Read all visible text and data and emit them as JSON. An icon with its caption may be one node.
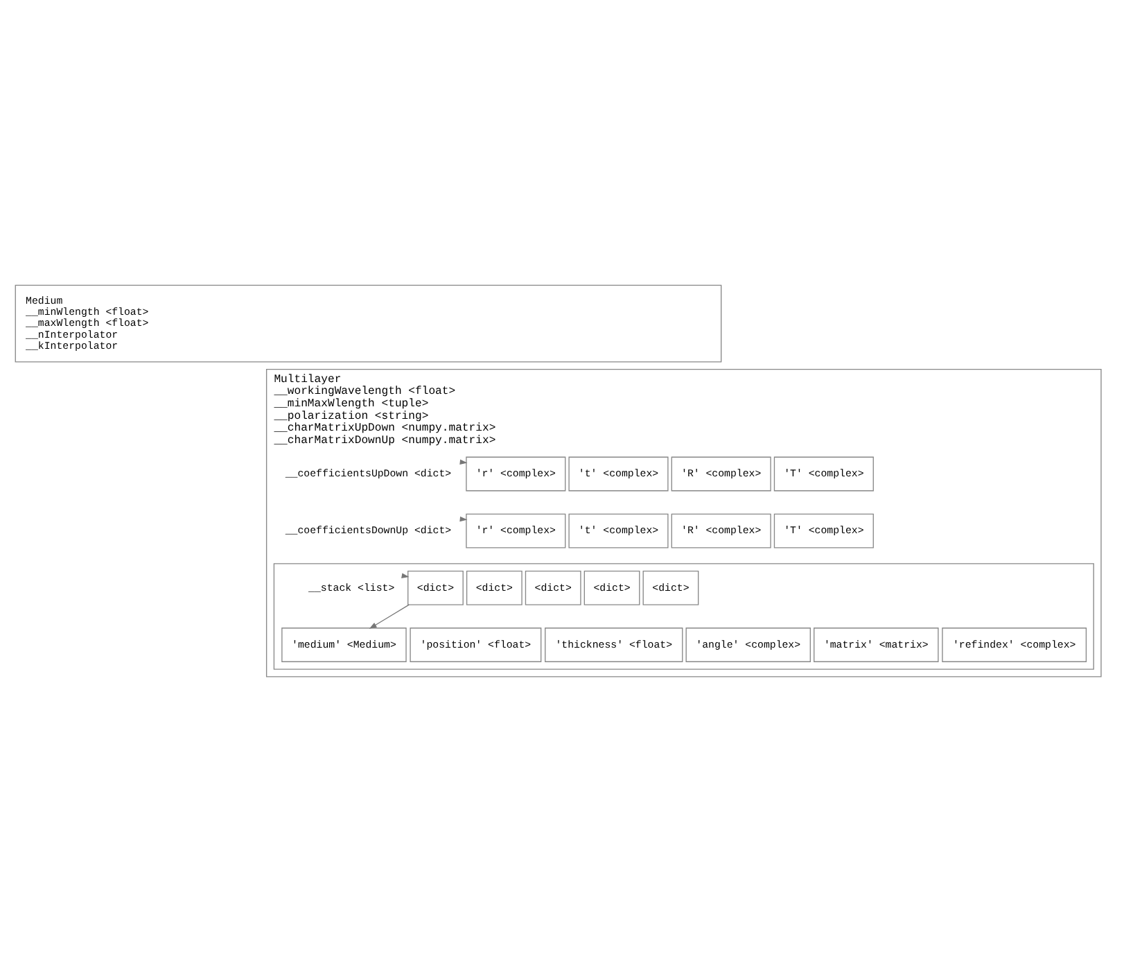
{
  "diagram": {
    "nodes": [
      {
        "text": [
          "Medium",
          "__minWlength <float>",
          "__maxWlength <float>",
          "__nInterpolator",
          "__kInterpolator"
        ]
      },
      {
        "text": [
          "Multilayer",
          "__workingWavelength <float>",
          "__minMaxWlength <tuple>",
          "__polarization <string>",
          "__charMatrixUpDown <numpy.matrix>",
          "__charMatrixDownUp <numpy.matrix>"
        ]
      },
      {
        "text": [
          "__coefficientsUpDown <dict>"
        ],
        "in": 1
      },
      {
        "text": [
          "'r' <complex>"
        ],
        "in": 1
      },
      {
        "text": [
          "'t' <complex>"
        ],
        "in": 1
      },
      {
        "text": [
          "'R' <complex>"
        ],
        "in": 1
      },
      {
        "text": [
          "'T' <complex>"
        ],
        "in": 1
      },
      {
        "text": [
          "__coefficientsDownUp <dict>"
        ],
        "in": 1
      },
      {
        "text": [
          "'r' <complex>"
        ],
        "in": 1
      },
      {
        "text": [
          "'t' <complex>"
        ],
        "in": 1
      },
      {
        "text": [
          "'R' <complex>"
        ],
        "in": 1
      },
      {
        "text": [
          "'T' <complex>"
        ],
        "in": 1
      },
      {
        "text": [],
        "shape": "box",
        "in": 1
      },
      {
        "text": [
          "__stack <list>"
        ],
        "in": 12
      },
      {
        "text": [
          "<dict>"
        ],
        "in": 12
      },
      {
        "text": [
          "<dict>"
        ],
        "in": 12
      },
      {
        "text": [
          "<dict>"
        ],
        "in": 12
      },
      {
        "text": [
          "<dict>"
        ],
        "in": 12
      },
      {
        "text": [
          "<dict>"
        ],
        "in": 12
      },
      {
        "text": [
          "'medium' <Medium>"
        ],
        "in": 12
      },
      {
        "text": [
          "'position' <float>"
        ],
        "in": 12
      },
      {
        "text": [
          "'thickness' <float>"
        ],
        "in": 12
      },
      {
        "text": [
          "'angle' <complex>"
        ],
        "in": 12
      },
      {
        "text": [
          "'matrix' <matrix>"
        ],
        "in": 12
      },
      {
        "text": [
          "'refindex' <complex>"
        ],
        "in": 12
      }
    ],
    "edges": [
      {
        "from": 2,
        "to": 3,
        "arrow": "to"
      },
      {
        "from": 7,
        "to": 8,
        "arrow": "to"
      },
      {
        "from": 13,
        "to": 14,
        "arrow": "to"
      },
      {
        "from": 14,
        "to": 19,
        "arrow": "to"
      }
    ]
  }
}
